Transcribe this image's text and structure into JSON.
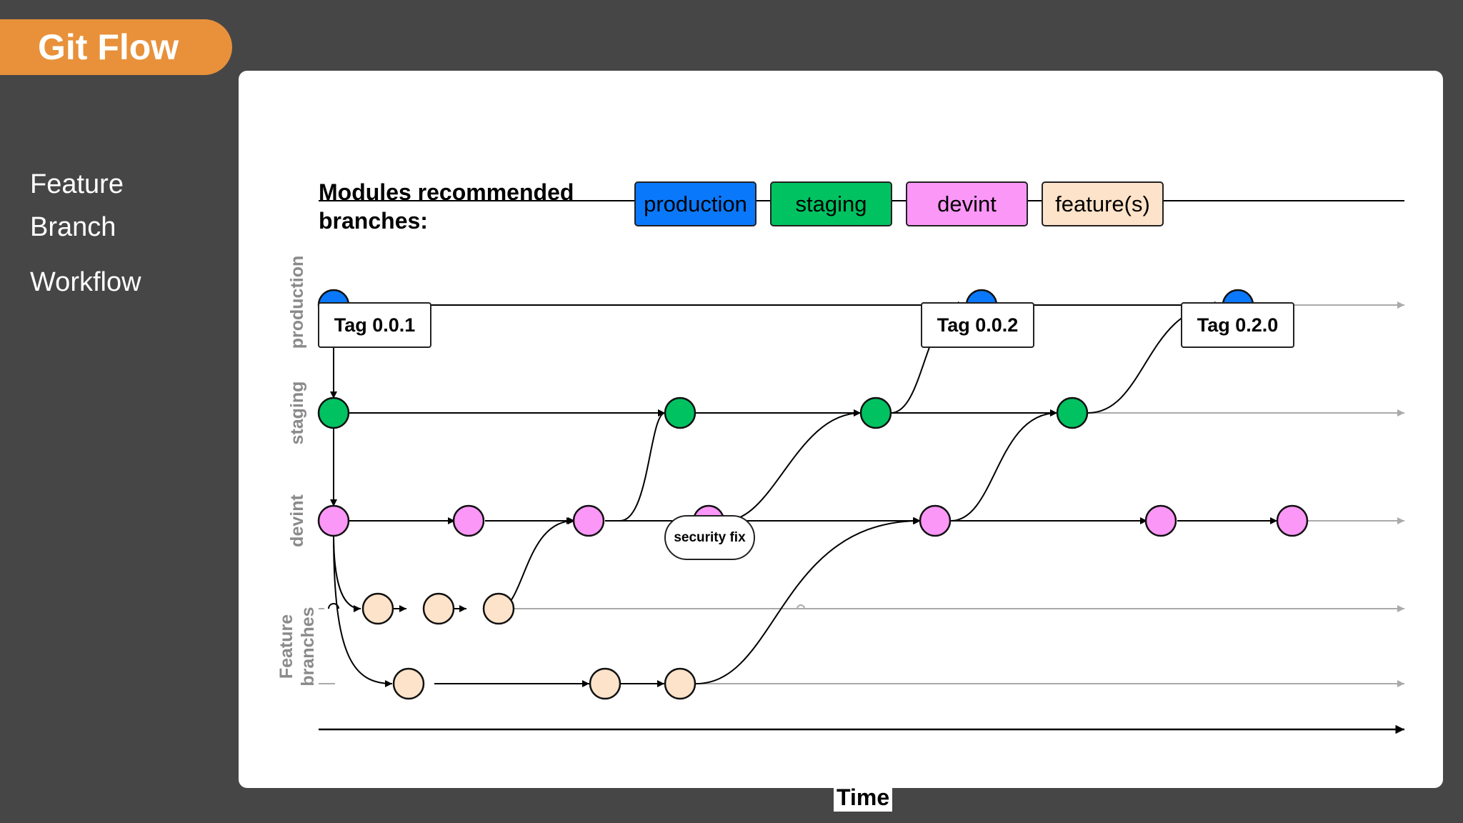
{
  "header": {
    "title": "Git Flow"
  },
  "sidebar": {
    "items": [
      "Feature",
      "Branch",
      "Workflow"
    ]
  },
  "legend": {
    "heading": "Modules recommended branches:",
    "items": [
      {
        "label": "production",
        "color": "#0a78fb"
      },
      {
        "label": "staging",
        "color": "#00c261"
      },
      {
        "label": "devint",
        "color": "#fb97f7"
      },
      {
        "label": "feature(s)",
        "color": "#fde3c9"
      }
    ]
  },
  "tags": [
    "Tag 0.0.1",
    "Tag 0.0.2",
    "Tag 0.2.0"
  ],
  "annotation": "security fix",
  "lanes": {
    "production": "production",
    "staging": "staging",
    "devint": "devint",
    "feature": "Feature branches"
  },
  "axis": {
    "time_label": "Time"
  }
}
